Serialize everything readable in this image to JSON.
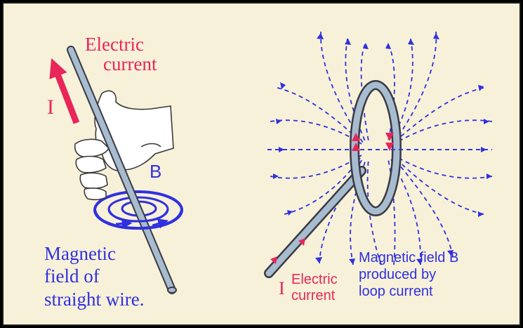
{
  "left_diagram": {
    "current_label_line1": "Electric",
    "current_label_line2": "current",
    "current_symbol": "I",
    "field_symbol": "B",
    "field_label_line1": "Magnetic",
    "field_label_line2": "field of",
    "field_label_line3": "straight wire."
  },
  "right_diagram": {
    "current_symbol": "I",
    "current_label_line1": "Electric",
    "current_label_line2": "current",
    "field_label_line1": "Magnetic field B",
    "field_label_line2": "produced by",
    "field_label_line3": "loop current"
  },
  "colors": {
    "background": "#f7f1d9",
    "current": "#e8265a",
    "field": "#3030e0",
    "wire": "#a8bcd0",
    "wire_outline": "#3a3a44"
  },
  "icons": [
    "right-hand-icon",
    "current-arrow-icon",
    "field-loop-icon"
  ]
}
